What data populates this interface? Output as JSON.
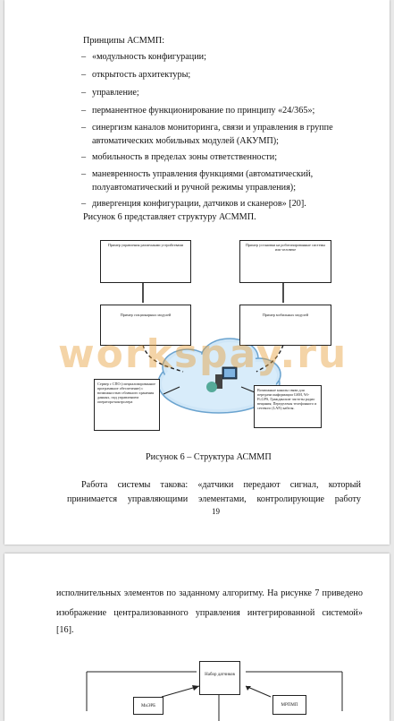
{
  "page1": {
    "heading": "Принципы АСММП:",
    "bullet_symbol": "–",
    "items": [
      {
        "lines": [
          "«модульность конфигурации;"
        ]
      },
      {
        "lines": [
          "открытость архитектуры;"
        ]
      },
      {
        "lines": [
          "управление;"
        ]
      },
      {
        "lines": [
          "перманентное функционирование по принципу «24/365»;"
        ]
      },
      {
        "lines": [
          "синергизм каналов мониторинга, связи и управления в группе",
          "автоматических мобильных модулей (АКУМП);"
        ]
      },
      {
        "lines": [
          "мобильность в пределах зоны ответственности;"
        ]
      },
      {
        "lines": [
          "маневренность управления функциями (автоматический,",
          "полуавтоматический и ручной режимы управления);"
        ]
      },
      {
        "lines": [
          "дивергенция конфигурации, датчиков и сканеров» [20]."
        ]
      }
    ],
    "after_list": "Рисунок 6 представляет структуру АСММП.",
    "figure": {
      "box_top_left": "Пример управления различными устройствами",
      "box_top_right": "Пример установки на роботизированные системы или человеке",
      "box_mid_left": "Пример стационарных модулей",
      "box_mid_right": "Пример мобильных модулей",
      "box_bottom_left": "Сервер с СПО (специализированное программное обеспечение) с возможностью облачного хранения данных, под управлением оператора-контролера",
      "box_bottom_right": "Возможные каналы связи для передачи информации GSM, Wi-Fi,GPS, Гражданские частоты радио вещания; Переделены телефонного и сетевого (LAN) кабеля."
    },
    "caption": "Рисунок 6 – Структура АСММП",
    "para_line1": [
      "Работа",
      "системы",
      "такова:",
      "«датчики",
      "передают",
      "сигнал,",
      "который"
    ],
    "para_line2": [
      "принимается",
      "управляющими",
      "элементами,",
      "контролирующие",
      "работу"
    ],
    "page_number": "19",
    "watermark": "workspay.ru"
  },
  "page2": {
    "line1": [
      "исполнительных",
      "элементов",
      "по",
      "заданному",
      "алгоритму.",
      "На",
      "рисунке",
      "7",
      "приведено"
    ],
    "line2": [
      "изображение",
      "централизованного",
      "управления",
      "интегрированной",
      "системой»"
    ],
    "line3": "[16].",
    "figure": {
      "box_center": "Набор датчиков",
      "box_left": "МиЭРБ",
      "box_right": "МРПМП"
    }
  }
}
